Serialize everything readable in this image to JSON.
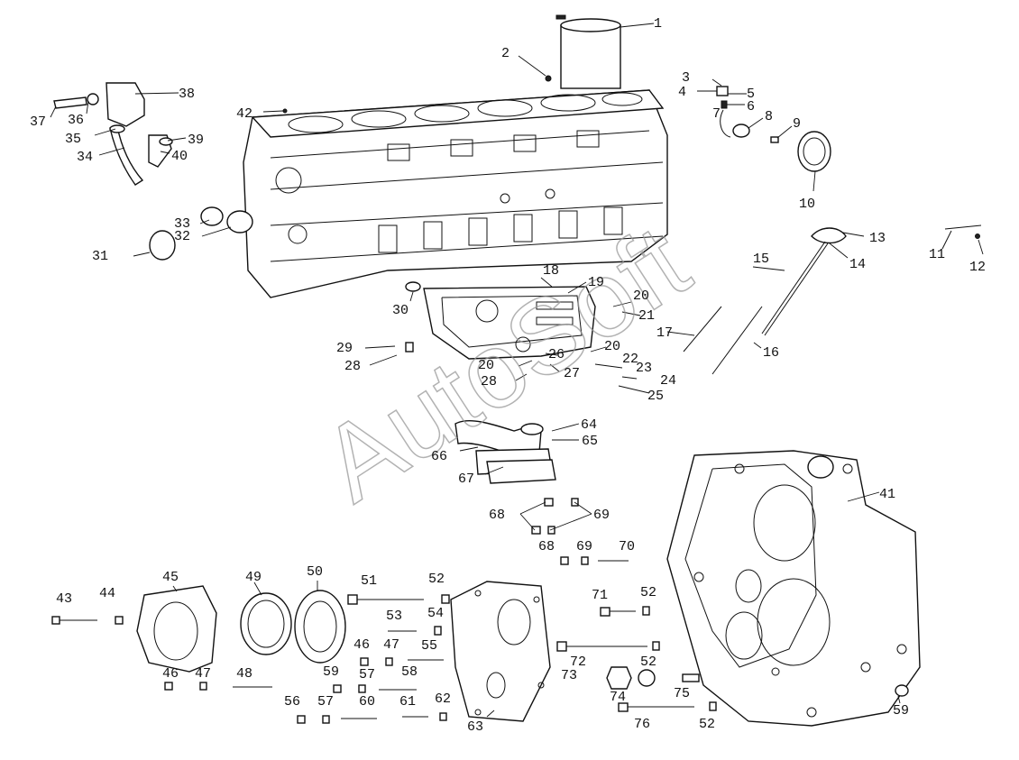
{
  "watermark": "AutoSoft",
  "callouts": {
    "n1": "1",
    "n2": "2",
    "n3": "3",
    "n4": "4",
    "n5": "5",
    "n6": "6",
    "n7": "7",
    "n8": "8",
    "n9": "9",
    "n10": "10",
    "n11": "11",
    "n12": "12",
    "n13": "13",
    "n14": "14",
    "n15": "15",
    "n16": "16",
    "n17": "17",
    "n18": "18",
    "n19": "19",
    "n20a": "20",
    "n20b": "20",
    "n20c": "20",
    "n21": "21",
    "n22": "22",
    "n23": "23",
    "n24": "24",
    "n25": "25",
    "n26": "26",
    "n27": "27",
    "n28a": "28",
    "n28b": "28",
    "n29": "29",
    "n30": "30",
    "n31": "31",
    "n32": "32",
    "n33": "33",
    "n34": "34",
    "n35": "35",
    "n36": "36",
    "n37": "37",
    "n38": "38",
    "n39": "39",
    "n40": "40",
    "n41": "41",
    "n42": "42",
    "n43": "43",
    "n44": "44",
    "n45": "45",
    "n46a": "46",
    "n46b": "46",
    "n47a": "47",
    "n47b": "47",
    "n48": "48",
    "n49": "49",
    "n50": "50",
    "n51": "51",
    "n52a": "52",
    "n52b": "52",
    "n52c": "52",
    "n52d": "52",
    "n53": "53",
    "n54": "54",
    "n55": "55",
    "n56": "56",
    "n57a": "57",
    "n57b": "57",
    "n58": "58",
    "n59a": "59",
    "n59b": "59",
    "n60": "60",
    "n61": "61",
    "n62": "62",
    "n63": "63",
    "n64": "64",
    "n65": "65",
    "n66": "66",
    "n67": "67",
    "n68a": "68",
    "n68b": "68",
    "n69a": "69",
    "n69b": "69",
    "n70": "70",
    "n71": "71",
    "n72": "72",
    "n73": "73",
    "n74": "74",
    "n75": "75",
    "n76": "76"
  }
}
